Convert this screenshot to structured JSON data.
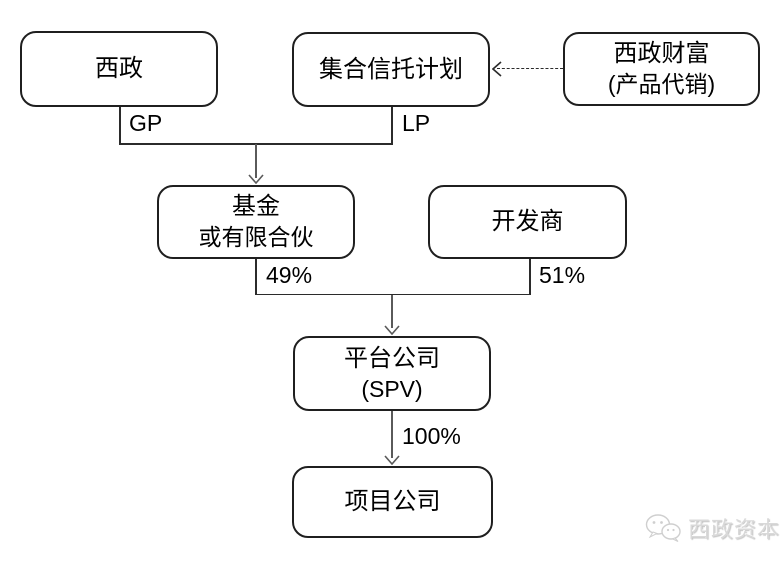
{
  "diagram": {
    "nodes": {
      "xizheng": {
        "label": "西政"
      },
      "trust": {
        "label": "集合信托计划"
      },
      "wealth": {
        "line1": "西政财富",
        "line2": "(产品代销)"
      },
      "fund": {
        "line1": "基金",
        "line2": "或有限合伙"
      },
      "developer": {
        "label": "开发商"
      },
      "spv": {
        "line1": "平台公司",
        "line2": "(SPV)"
      },
      "project": {
        "label": "项目公司"
      }
    },
    "edges": {
      "gp_label": "GP",
      "lp_label": "LP",
      "fund_share_label": "49%",
      "developer_share_label": "51%",
      "spv_share_label": "100%"
    },
    "colors": {
      "box_border": "#1f1f1f",
      "line": "#2b2b2b",
      "arrow": "#5a5a5a",
      "watermark": "#d9d9d9",
      "background": "#ffffff"
    }
  },
  "watermark": {
    "text": "西政资本",
    "icon": "wechat-icon"
  }
}
